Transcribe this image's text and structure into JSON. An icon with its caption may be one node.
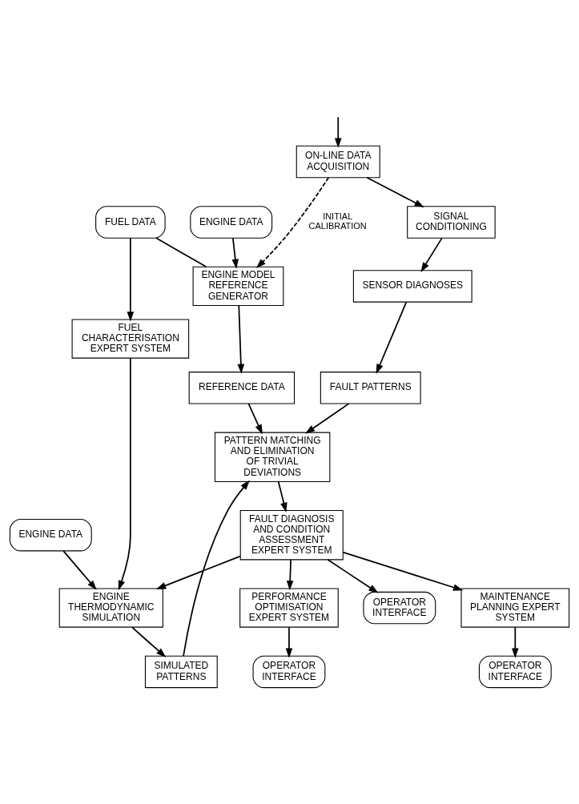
{
  "diagram": {
    "nodes": [
      {
        "text": [
          "ON-LINE DATA ACQUISITION"
        ]
      },
      {
        "text": [
          "ENGINE DATA"
        ]
      },
      {
        "text": [
          "SIGNAL CONDITIONING"
        ]
      },
      {
        "text": [
          "FUEL DATA"
        ]
      },
      {
        "text": [
          "ENGINE MODEL REFERENCE GENERATOR"
        ]
      },
      {
        "text": [
          "SENSOR DIAGNOSES"
        ]
      },
      {
        "text": [
          "FAULT PATTERNS"
        ]
      },
      {
        "text": [
          "REFERENCE DATA"
        ]
      },
      {
        "text": [
          "PATTERN MATCHING AND ELIMINATION OF TRIVIAL DEVIATIONS"
        ]
      },
      {
        "text": [
          "SIMULATED PATTERNS"
        ]
      },
      {
        "text": [
          "FUEL CHARACTERISATION EXPERT SYSTEM"
        ]
      },
      {
        "text": [
          "FAULT DIAGNOSIS AND CONDITION ASSESSMENT EXPERT SYSTEM"
        ]
      },
      {
        "text": [
          "ENGINE THERMODYNAMIC SIMULATION"
        ]
      },
      {
        "text": [
          "ENGINE DATA"
        ]
      },
      {
        "text": [
          "PERFORMANCE OPTIMISATION EXPERT SYSTEM"
        ]
      },
      {
        "text": [
          "MAINTENANCE PLANNING EXPERT SYSTEM"
        ]
      },
      {
        "text": [
          "OPERATOR INTERFACE"
        ]
      },
      {
        "text": [
          "OPERATOR INTERFACE"
        ]
      },
      {
        "text": [
          "OPERATOR INTERFACE"
        ]
      }
    ],
    "edges": [
      {
        "from": null,
        "to": 0,
        "arrow": "to"
      },
      {
        "from": 0,
        "to": 2,
        "arrow": "to"
      },
      {
        "from": 0,
        "to": 4,
        "arrow": "to",
        "style": "dashed",
        "label": "INITIAL CALIBRATION"
      },
      {
        "from": 1,
        "to": 4,
        "arrow": "to"
      },
      {
        "from": 3,
        "to": 4,
        "arrow": "none"
      },
      {
        "from": 3,
        "to": 10,
        "arrow": "to"
      },
      {
        "from": 2,
        "to": 5,
        "arrow": "to"
      },
      {
        "from": 5,
        "to": 6,
        "arrow": "to"
      },
      {
        "from": 4,
        "to": 7,
        "arrow": "to"
      },
      {
        "from": 6,
        "to": 8,
        "arrow": "to"
      },
      {
        "from": 7,
        "to": 8,
        "arrow": "to"
      },
      {
        "from": 9,
        "to": 8,
        "arrow": "to"
      },
      {
        "from": 8,
        "to": 11,
        "arrow": "to"
      },
      {
        "from": 12,
        "to": 9,
        "arrow": "to"
      },
      {
        "from": 10,
        "to": 12,
        "arrow": "to"
      },
      {
        "from": 11,
        "to": 12,
        "arrow": "to"
      },
      {
        "from": 13,
        "to": 12,
        "arrow": "to"
      },
      {
        "from": 11,
        "to": 16,
        "arrow": "to"
      },
      {
        "from": 11,
        "to": 14,
        "arrow": "to"
      },
      {
        "from": 11,
        "to": 15,
        "arrow": "to"
      },
      {
        "from": 14,
        "to": 17,
        "arrow": "to"
      },
      {
        "from": 15,
        "to": 18,
        "arrow": "to"
      }
    ]
  }
}
